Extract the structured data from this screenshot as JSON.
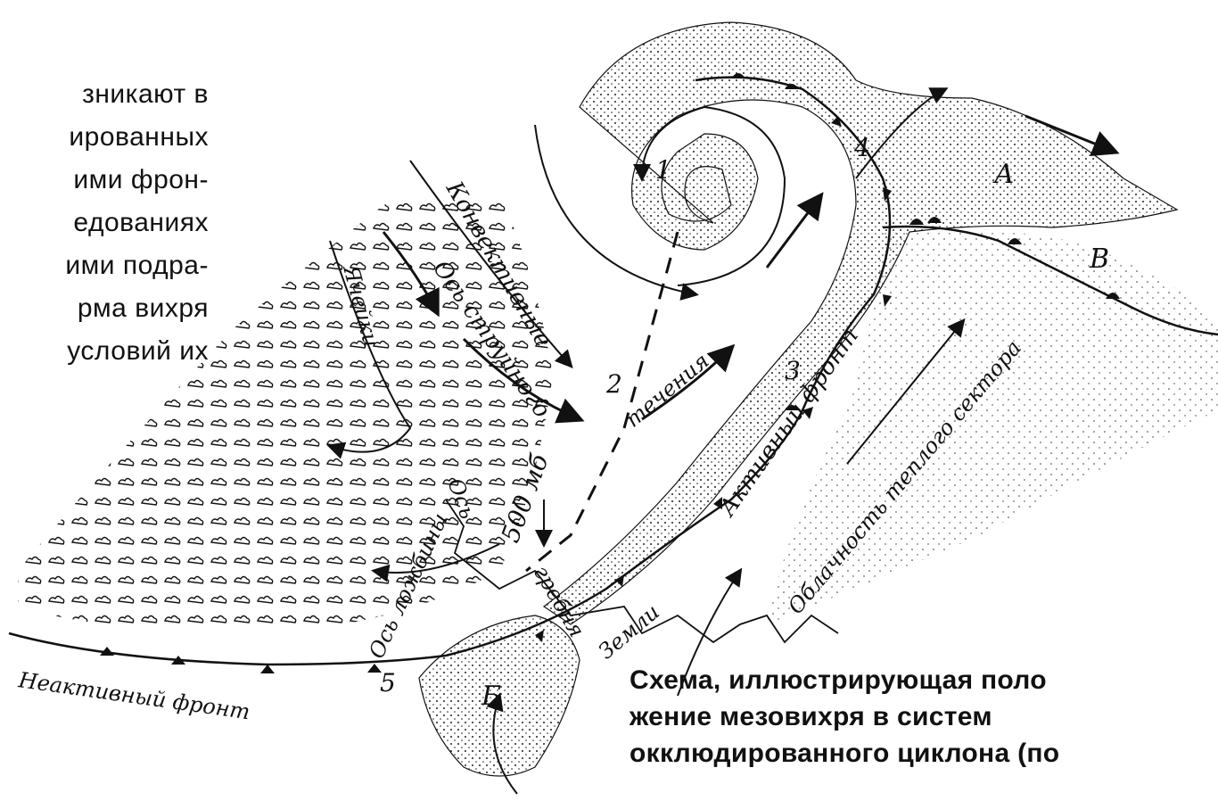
{
  "left_text": {
    "lines": [
      "зникают в",
      "ированных",
      "ими фрон-",
      "едованиях",
      "ими подра-",
      "рма вихря",
      "условий их"
    ]
  },
  "caption": {
    "lines": [
      "Схема, иллюстрирующая поло",
      "жение мезовихря в систем",
      "окклюдированного циклона (по"
    ]
  },
  "diagram": {
    "labels": {
      "convective": "Конвективные",
      "jet_axis": "Ось струйного",
      "jet_flow": "течения",
      "cellular": "Ячейки",
      "axis": "Ось",
      "trough_axis": "Ось ложбины",
      "mb500": "500 мб",
      "ridge": "гребня",
      "earth": "Земли",
      "active_front": "Активный фронт",
      "inactive_front": "Неактивный фронт",
      "warm_sector": "Облачность теплого сектора",
      "n1": "1",
      "n2": "2",
      "n3": "3",
      "n4": "4",
      "n5": "5",
      "A": "А",
      "V": "В",
      "B": "Б"
    },
    "line_color": "#111111",
    "fill_color": "#ffffff"
  }
}
